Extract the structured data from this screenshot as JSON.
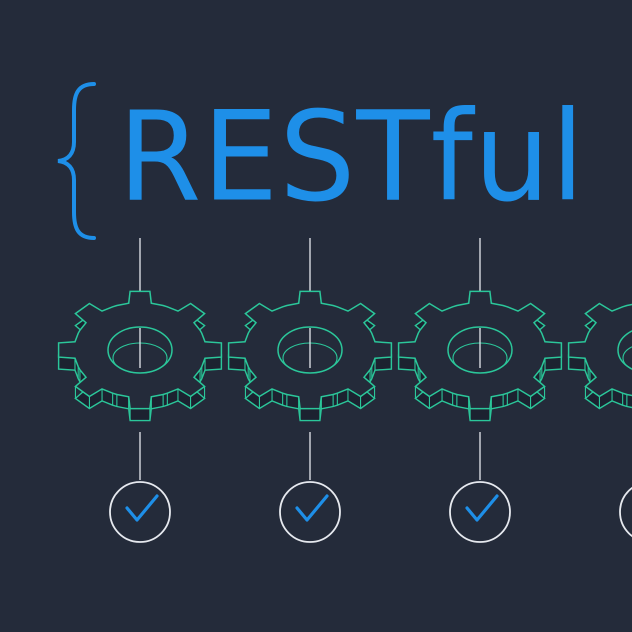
{
  "title": "RESTful",
  "colors": {
    "background": "#242b3a",
    "title": "#1e8fe8",
    "brace": "#1e8fe8",
    "gear_outline": "#2bc79a",
    "gear_side": "#1c2230",
    "connector": "#e6e9ef",
    "check_circle": "#e6e9ef",
    "check_mark": "#1e8fe8"
  },
  "icons": {
    "brace": "left-curly-brace-icon",
    "gear": "gear-icon",
    "check": "check-circle-icon"
  },
  "gears": [
    {
      "status": "ok"
    },
    {
      "status": "ok"
    },
    {
      "status": "ok"
    },
    {
      "status": "ok"
    }
  ]
}
